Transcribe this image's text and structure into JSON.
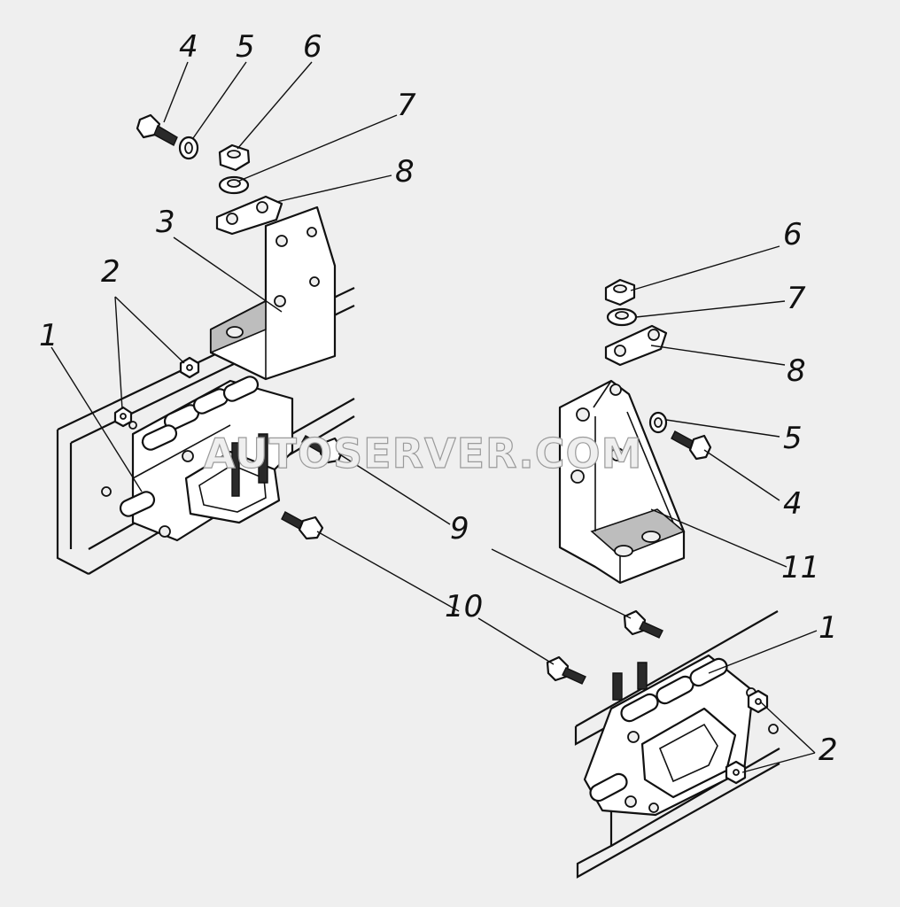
{
  "diagram": {
    "callouts": {
      "c4_top": "4",
      "c5_top": "5",
      "c6_top": "6",
      "c7_top": "7",
      "c8_top": "8",
      "c3": "3",
      "c2_left": "2",
      "c1_left": "1",
      "c6_right": "6",
      "c7_right": "7",
      "c8_right": "8",
      "c5_right": "5",
      "c4_right": "4",
      "c11": "11",
      "c9": "9",
      "c10": "10",
      "c1_right": "1",
      "c2_right": "2"
    },
    "watermark": "AUTOSERVER.COM"
  }
}
